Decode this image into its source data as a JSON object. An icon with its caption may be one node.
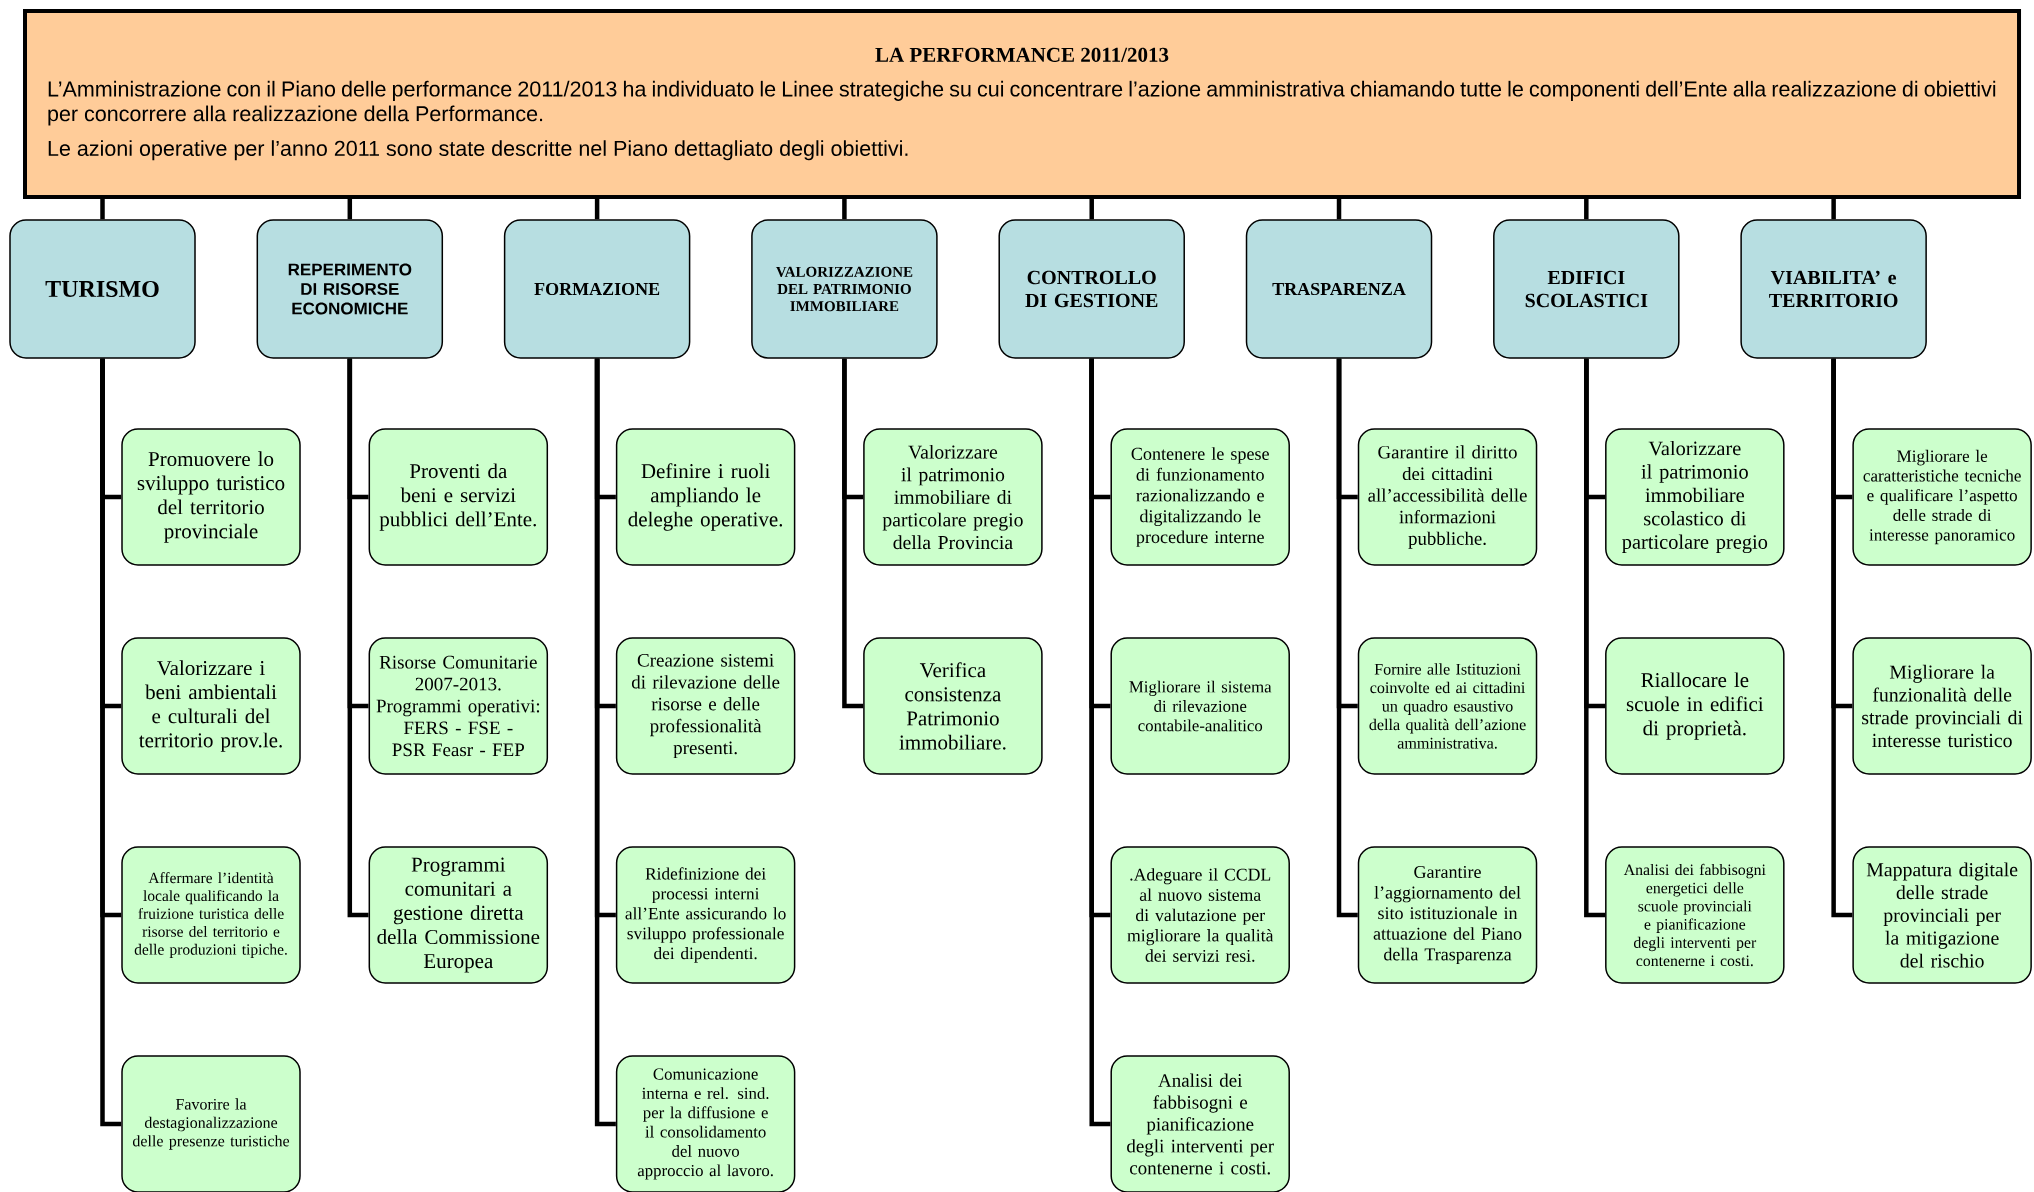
{
  "diagram": {
    "nodes": [
      {
        "text": [
          "LA PERFORMANCE 2011/2013",
          "L’Amministrazione con il Piano delle performance 2011/2013 ha individuato le Linee strategiche su cui concentrare l’azione amministrativa chiamando tutte le componenti dell’Ente alla realizzazione di obiettivi per concorrere alla realizzazione della Performance.",
          "Le azioni operative per l’anno 2011 sono state descritte nel Piano dettagliato degli obiettivi."
        ]
      },
      {
        "text": [
          "TURISMO"
        ]
      },
      {
        "text": [
          "REPERIMENTO DI RISORSE ECONOMICHE"
        ]
      },
      {
        "text": [
          "FORMAZIONE"
        ]
      },
      {
        "text": [
          "VALORIZZAZIONE DEL PATRIMONIO IMMOBILIARE"
        ]
      },
      {
        "text": [
          "CONTROLLO DI GESTIONE"
        ]
      },
      {
        "text": [
          "TRASPARENZA"
        ]
      },
      {
        "text": [
          "EDIFICI SCOLASTICI"
        ]
      },
      {
        "text": [
          "VIABILITA’ e TERRITORIO"
        ]
      },
      {
        "text": [
          "Promuovere lo sviluppo turistico del territorio provinciale"
        ]
      },
      {
        "text": [
          "Valorizzare i beni ambientali e culturali del territorio prov.le."
        ]
      },
      {
        "text": [
          "Affermare l’identità locale qualificando la fruizione turistica delle risorse del territorio e delle produzioni tipiche."
        ]
      },
      {
        "text": [
          "Favorire la destagionalizzazione delle presenze turistiche"
        ]
      },
      {
        "text": [
          "Proventi da beni e servizi pubblici dell’Ente."
        ]
      },
      {
        "text": [
          "Risorse Comunitarie 2007-2013. Programmi operativi: FERS - FSE - PSR Feasr - FEP"
        ]
      },
      {
        "text": [
          "Programmi comunitari a gestione diretta della Commissione Europea"
        ]
      },
      {
        "text": [
          "Definire i ruoli ampliando le deleghe operative."
        ]
      },
      {
        "text": [
          "Creazione sistemi di rilevazione delle risorse e delle professionalità presenti."
        ]
      },
      {
        "text": [
          "Ridefinizione dei processi interni all’Ente assicurando lo sviluppo professionale dei dipendenti."
        ]
      },
      {
        "text": [
          "Comunicazione interna e rel. sind. per la diffusione e il consolidamento del nuovo approccio al lavoro."
        ]
      },
      {
        "text": [
          "Valorizzare il patrimonio immobiliare di particolare pregio della Provincia"
        ]
      },
      {
        "text": [
          "Verifica consistenza Patrimonio immobiliare."
        ]
      },
      {
        "text": [
          "Contenere le spese di funzionamento razionalizzando e digitalizzando le procedure interne"
        ]
      },
      {
        "text": [
          "Migliorare il sistema di rilevazione contabile-analitico"
        ]
      },
      {
        "text": [
          ".Adeguare il CCDL al nuovo sistema di valutazione per migliorare la qualità dei servizi resi."
        ]
      },
      {
        "text": [
          "Analisi dei fabbisogni e pianificazione degli interventi per contenerne i costi."
        ]
      },
      {
        "text": [
          "Garantire il diritto dei cittadini all’accessibilità delle informazioni pubbliche."
        ]
      },
      {
        "text": [
          "Fornire alle Istituzioni coinvolte ed ai cittadini un quadro esaustivo della qualità dell’azione amministrativa."
        ]
      },
      {
        "text": [
          "Garantire l’aggiornamento del sito istituzionale in attuazione del Piano della Trasparenza"
        ]
      },
      {
        "text": [
          "Valorizzare il patrimonio immobiliare scolastico di particolare pregio"
        ]
      },
      {
        "text": [
          "Riallocare le scuole in edifici di proprietà."
        ]
      },
      {
        "text": [
          "Analisi dei fabbisogni energetici delle scuole provinciali e pianificazione degli interventi per contenerne i costi."
        ]
      },
      {
        "text": [
          "Migliorare le caratteristiche tecniche e qualificare l’aspetto delle strade di interesse panoramico"
        ]
      },
      {
        "text": [
          "Migliorare la funzionalità delle strade provinciali di interesse turistico"
        ]
      },
      {
        "text": [
          "Mappatura digitale delle strade provinciali per la mitigazione del rischio"
        ]
      }
    ],
    "edges": [
      {
        "from": 0,
        "to": 1,
        "arrow": "none"
      },
      {
        "from": 0,
        "to": 2,
        "arrow": "none"
      },
      {
        "from": 0,
        "to": 3,
        "arrow": "none"
      },
      {
        "from": 0,
        "to": 4,
        "arrow": "none"
      },
      {
        "from": 0,
        "to": 5,
        "arrow": "none"
      },
      {
        "from": 0,
        "to": 6,
        "arrow": "none"
      },
      {
        "from": 0,
        "to": 7,
        "arrow": "none"
      },
      {
        "from": 0,
        "to": 8,
        "arrow": "none"
      },
      {
        "from": 1,
        "to": 9,
        "arrow": "none"
      },
      {
        "from": 1,
        "to": 10,
        "arrow": "none"
      },
      {
        "from": 1,
        "to": 11,
        "arrow": "none"
      },
      {
        "from": 1,
        "to": 12,
        "arrow": "none"
      },
      {
        "from": 2,
        "to": 13,
        "arrow": "none"
      },
      {
        "from": 2,
        "to": 14,
        "arrow": "none"
      },
      {
        "from": 2,
        "to": 15,
        "arrow": "none"
      },
      {
        "from": 3,
        "to": 16,
        "arrow": "none"
      },
      {
        "from": 3,
        "to": 17,
        "arrow": "none"
      },
      {
        "from": 3,
        "to": 18,
        "arrow": "none"
      },
      {
        "from": 3,
        "to": 19,
        "arrow": "none"
      },
      {
        "from": 4,
        "to": 20,
        "arrow": "none"
      },
      {
        "from": 4,
        "to": 21,
        "arrow": "none"
      },
      {
        "from": 5,
        "to": 22,
        "arrow": "none"
      },
      {
        "from": 5,
        "to": 23,
        "arrow": "none"
      },
      {
        "from": 5,
        "to": 24,
        "arrow": "none"
      },
      {
        "from": 5,
        "to": 25,
        "arrow": "none"
      },
      {
        "from": 6,
        "to": 26,
        "arrow": "none"
      },
      {
        "from": 6,
        "to": 27,
        "arrow": "none"
      },
      {
        "from": 6,
        "to": 28,
        "arrow": "none"
      },
      {
        "from": 7,
        "to": 29,
        "arrow": "none"
      },
      {
        "from": 7,
        "to": 30,
        "arrow": "none"
      },
      {
        "from": 7,
        "to": 31,
        "arrow": "none"
      },
      {
        "from": 8,
        "to": 32,
        "arrow": "none"
      },
      {
        "from": 8,
        "to": 33,
        "arrow": "none"
      },
      {
        "from": 8,
        "to": 34,
        "arrow": "none"
      }
    ]
  }
}
